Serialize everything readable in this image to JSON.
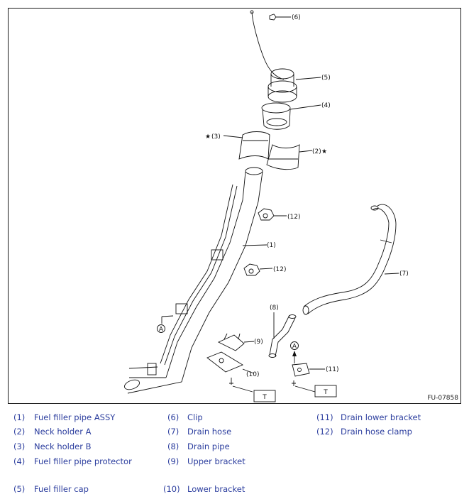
{
  "figure": {
    "figure_id": "FU-07858",
    "callouts": {
      "c1": "(1)",
      "c2": "(2)",
      "c3": "(3)",
      "c4": "(4)",
      "c5": "(5)",
      "c6": "(6)",
      "c7": "(7)",
      "c8": "(8)",
      "c9": "(9)",
      "c10": "(10)",
      "c11": "(11)",
      "c12a": "(12)",
      "c12b": "(12)"
    },
    "star_glyph": "★",
    "marker_a": "A",
    "marker_t": "T"
  },
  "legend": [
    {
      "num": "(1)",
      "label": "Fuel filler pipe ASSY"
    },
    {
      "num": "(2)",
      "label": "Neck holder A"
    },
    {
      "num": "(3)",
      "label": "Neck holder B"
    },
    {
      "num": "(4)",
      "label": "Fuel filler pipe protector"
    },
    {
      "num": "(5)",
      "label": "Fuel filler cap"
    },
    {
      "num": "(6)",
      "label": "Clip"
    },
    {
      "num": "(7)",
      "label": "Drain hose"
    },
    {
      "num": "(8)",
      "label": "Drain pipe"
    },
    {
      "num": "(9)",
      "label": "Upper bracket"
    },
    {
      "num": "(10)",
      "label": "Lower bracket"
    },
    {
      "num": "(11)",
      "label": "Drain lower bracket"
    },
    {
      "num": "(12)",
      "label": "Drain hose clamp"
    }
  ],
  "colors": {
    "legend_text": "#2b3d9e",
    "line_art": "#111111"
  }
}
